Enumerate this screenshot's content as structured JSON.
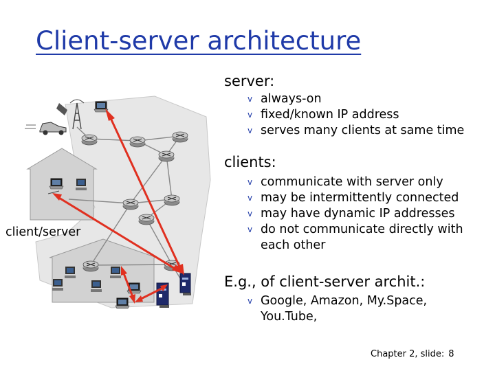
{
  "slide": {
    "title": "Client-server architecture",
    "client_server_label": "client/server",
    "server": {
      "heading": "server:",
      "bullets": [
        "always-on",
        "fixed/known IP address",
        "serves many clients at same time"
      ]
    },
    "clients": {
      "heading": "clients:",
      "bullets": [
        "communicate with server only",
        "may be intermittently connected",
        "may have dynamic IP addresses",
        "do not communicate directly with each other"
      ]
    },
    "examples": {
      "heading": "E.g., of client-server archit.:",
      "bullets": [
        "Google, Amazon, My.Space, You.Tube,"
      ]
    },
    "footer": {
      "label": "Chapter 2, slide:",
      "page": "8"
    },
    "bullet_glyph": "v",
    "colors": {
      "title": "#1f3aa8",
      "arrows": "#e03020",
      "bullet": "#1f3aa8"
    },
    "icons": [
      "router-icon",
      "laptop-icon",
      "desktop-computer-icon",
      "server-icon",
      "cell-tower-icon",
      "car-icon",
      "phone-icon",
      "house-icon"
    ]
  }
}
